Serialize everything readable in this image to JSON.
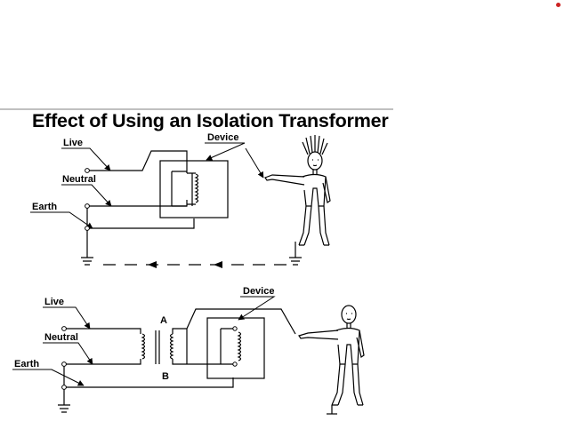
{
  "title": "Effect of Using an Isolation Transformer",
  "upper_diagram": {
    "live_label": "Live",
    "neutral_label": "Neutral",
    "earth_label": "Earth",
    "device_label": "Device"
  },
  "lower_diagram": {
    "live_label": "Live",
    "neutral_label": "Neutral",
    "earth_label": "Earth",
    "device_label": "Device",
    "terminal_a": "A",
    "terminal_b": "B"
  },
  "accent_color": "#cc2222"
}
